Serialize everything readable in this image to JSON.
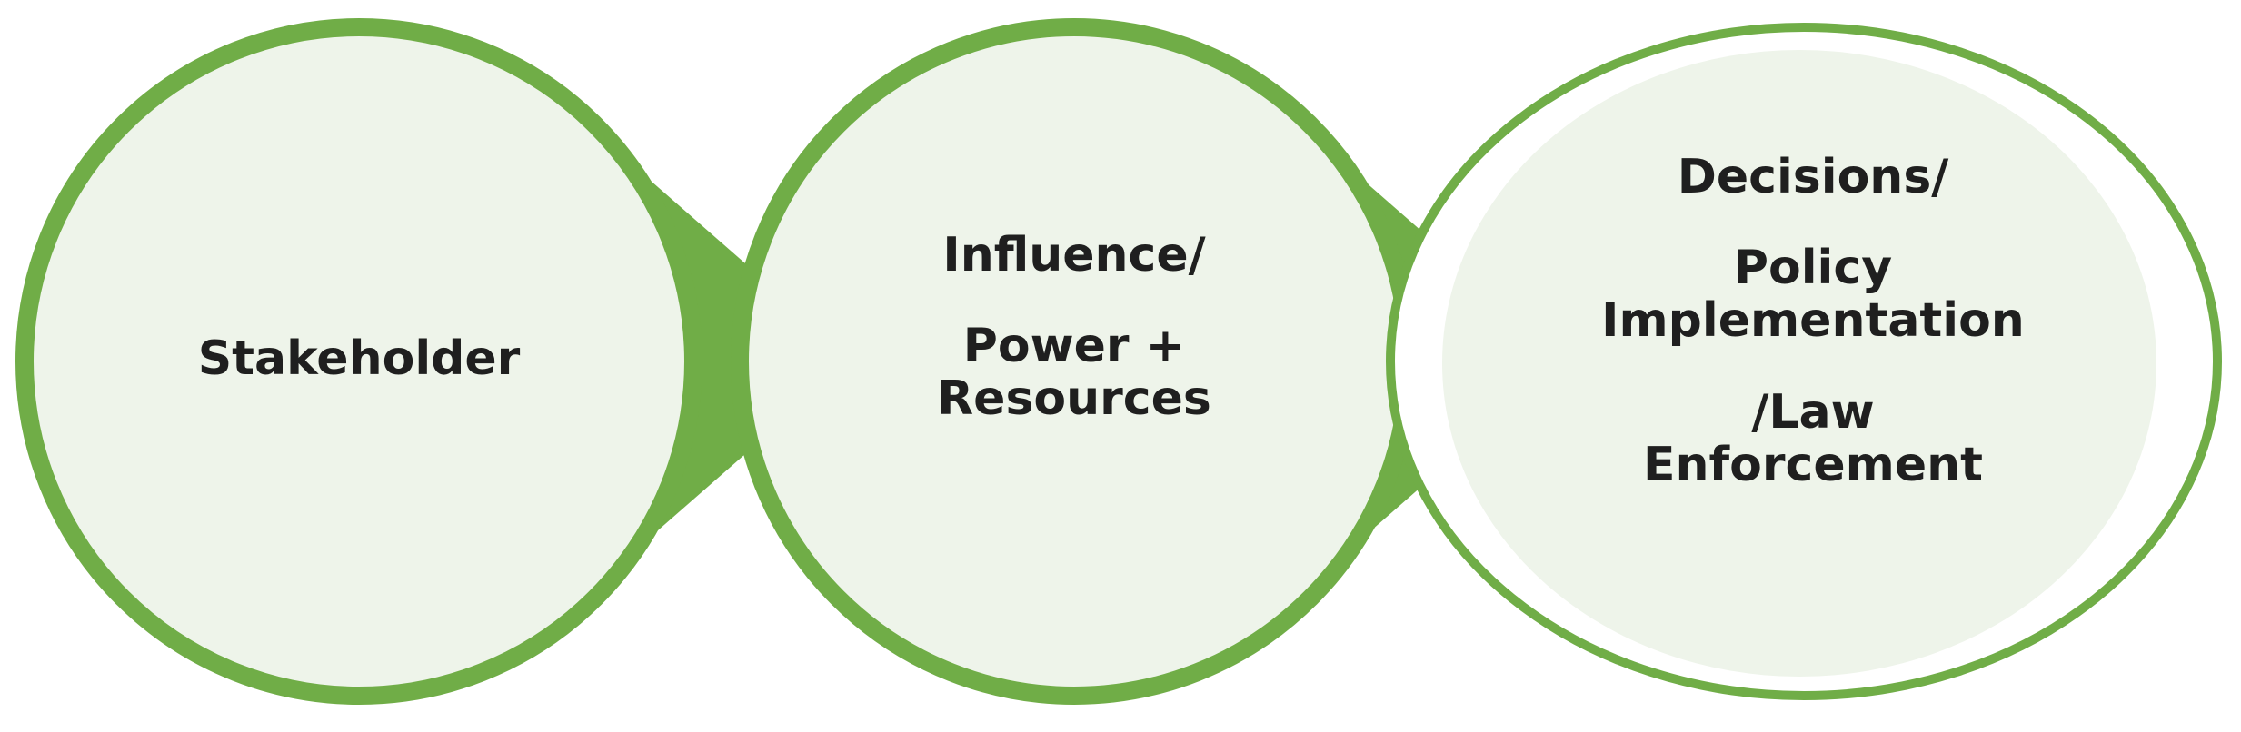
{
  "diagram": {
    "colors": {
      "ring": "#70AD47",
      "fill": "#EEF4EA",
      "text": "#1F1F1F"
    },
    "nodes": [
      {
        "lines": [
          "Stakeholder"
        ]
      },
      {
        "lines": [
          "Influence/",
          "Power +",
          "Resources"
        ]
      },
      {
        "lines": [
          "Decisions/",
          "Policy",
          "Implementation",
          "/Law",
          "Enforcement"
        ]
      }
    ]
  }
}
